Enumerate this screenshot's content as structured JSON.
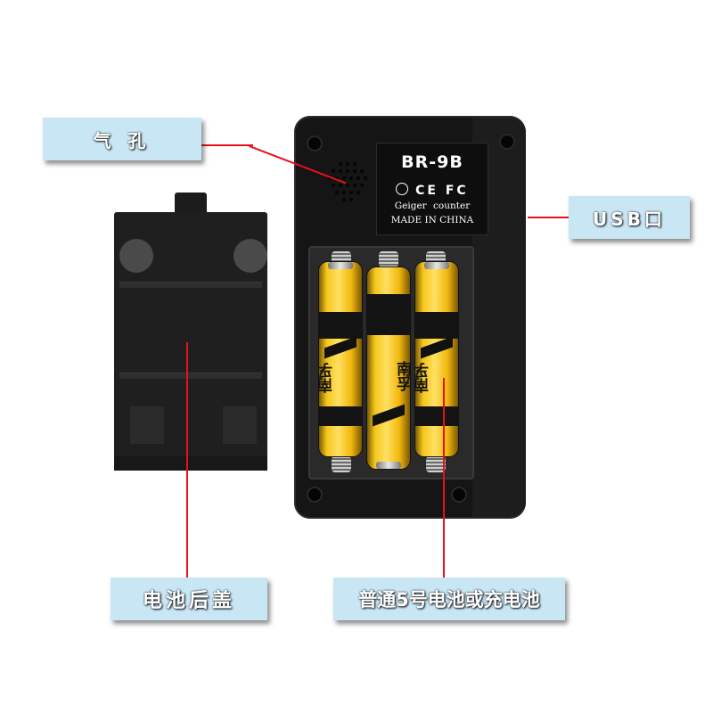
{
  "callouts": {
    "air_hole": "气 孔",
    "usb_port": "USB口",
    "battery_cover": "电池后盖",
    "battery_type": "普通5号电池或充电池"
  },
  "device_label": {
    "model": "BR-9B",
    "cert_marks": "CE FC",
    "line1": "Geiger counter",
    "line2": "MADE IN CHINA"
  },
  "batteries": [
    {
      "brand": "南孚"
    },
    {
      "brand": "南孚"
    },
    {
      "brand": "南孚"
    }
  ],
  "colors": {
    "callout_bg": "#c9e6f5",
    "leader_line": "#e8101c",
    "device_body": "#151515",
    "battery_gold": "#f5c71a"
  }
}
